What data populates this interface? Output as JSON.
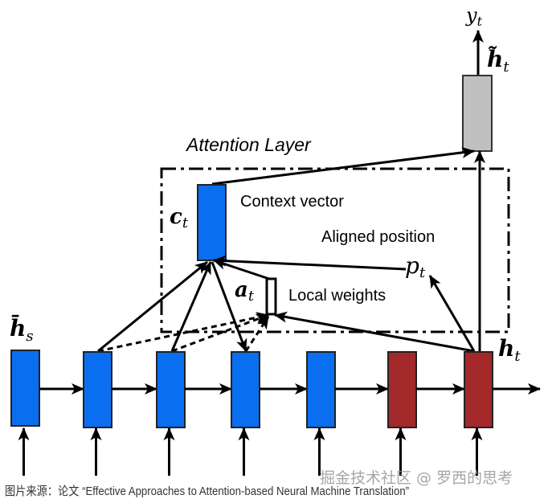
{
  "diagram": {
    "title_label": "Attention Layer",
    "labels": {
      "context_vector": "Context vector",
      "aligned_position": "Aligned position",
      "local_weights": "Local weights"
    },
    "math_labels": {
      "y_t": {
        "base": "y",
        "sub": "t"
      },
      "h_tilde_t": {
        "base": "h̃",
        "sub": "t"
      },
      "c_t": {
        "base": "c",
        "sub": "t"
      },
      "a_t": {
        "base": "a",
        "sub": "t"
      },
      "p_t": {
        "base": "p",
        "sub": "t"
      },
      "h_bar_s": {
        "base": "h̄",
        "sub": "s"
      },
      "h_t": {
        "base": "h",
        "sub": "t"
      }
    },
    "encoder_states": 5,
    "decoder_states": 2,
    "colors": {
      "encoder": "#0a6ef0",
      "decoder": "#a3282a",
      "attentional": "#c0c0c0",
      "context": "#0a6ef0",
      "stroke": "#000000"
    }
  },
  "caption": "图片来源：论文 “Effective Approaches to Attention-based Neural Machine Translation”",
  "watermark": "掘金技术社区 @ 罗西的思考"
}
